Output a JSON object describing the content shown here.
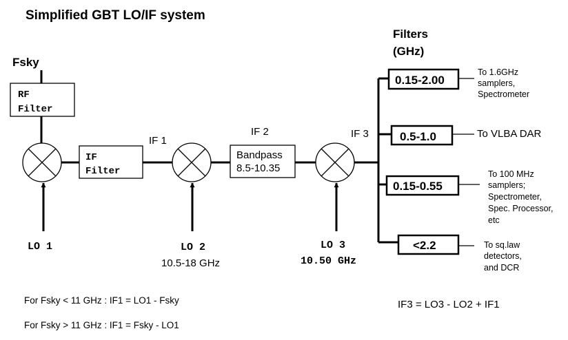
{
  "title": "Simplified GBT LO/IF system",
  "input_label": "Fsky",
  "rf_filter": {
    "line1": "RF",
    "line2": "Filter"
  },
  "if_filter": {
    "line1": "IF",
    "line2": "Filter"
  },
  "bandpass": {
    "line1": "Bandpass",
    "line2": "8.5-10.35"
  },
  "if_labels": {
    "if1": "IF 1",
    "if2": "IF 2",
    "if3": "IF 3"
  },
  "lo1": {
    "label": "LO 1"
  },
  "lo2": {
    "label": "LO 2",
    "freq": "10.5-18 GHz"
  },
  "lo3": {
    "label": "LO 3",
    "freq": "10.50 GHz"
  },
  "filters_heading": {
    "line1": "Filters",
    "line2": "(GHz)"
  },
  "filters": [
    {
      "range": "0.15-2.00",
      "dest": [
        "To 1.6GHz",
        "samplers,",
        "Spectrometer"
      ]
    },
    {
      "range": "0.5-1.0",
      "dest": [
        "To VLBA DAR"
      ]
    },
    {
      "range": "0.15-0.55",
      "dest": [
        "To 100 MHz",
        "samplers;",
        "Spectrometer,",
        "Spec. Processor,",
        "etc"
      ]
    },
    {
      "range": "<2.2",
      "dest": [
        "To sq.law",
        "detectors,",
        "and DCR"
      ]
    }
  ],
  "notes": [
    "For Fsky < 11 GHz : IF1 = LO1 - Fsky",
    "For Fsky > 11 GHz : IF1 = Fsky - LO1"
  ],
  "if3_equation": "IF3 = LO3 - LO2 + IF1"
}
